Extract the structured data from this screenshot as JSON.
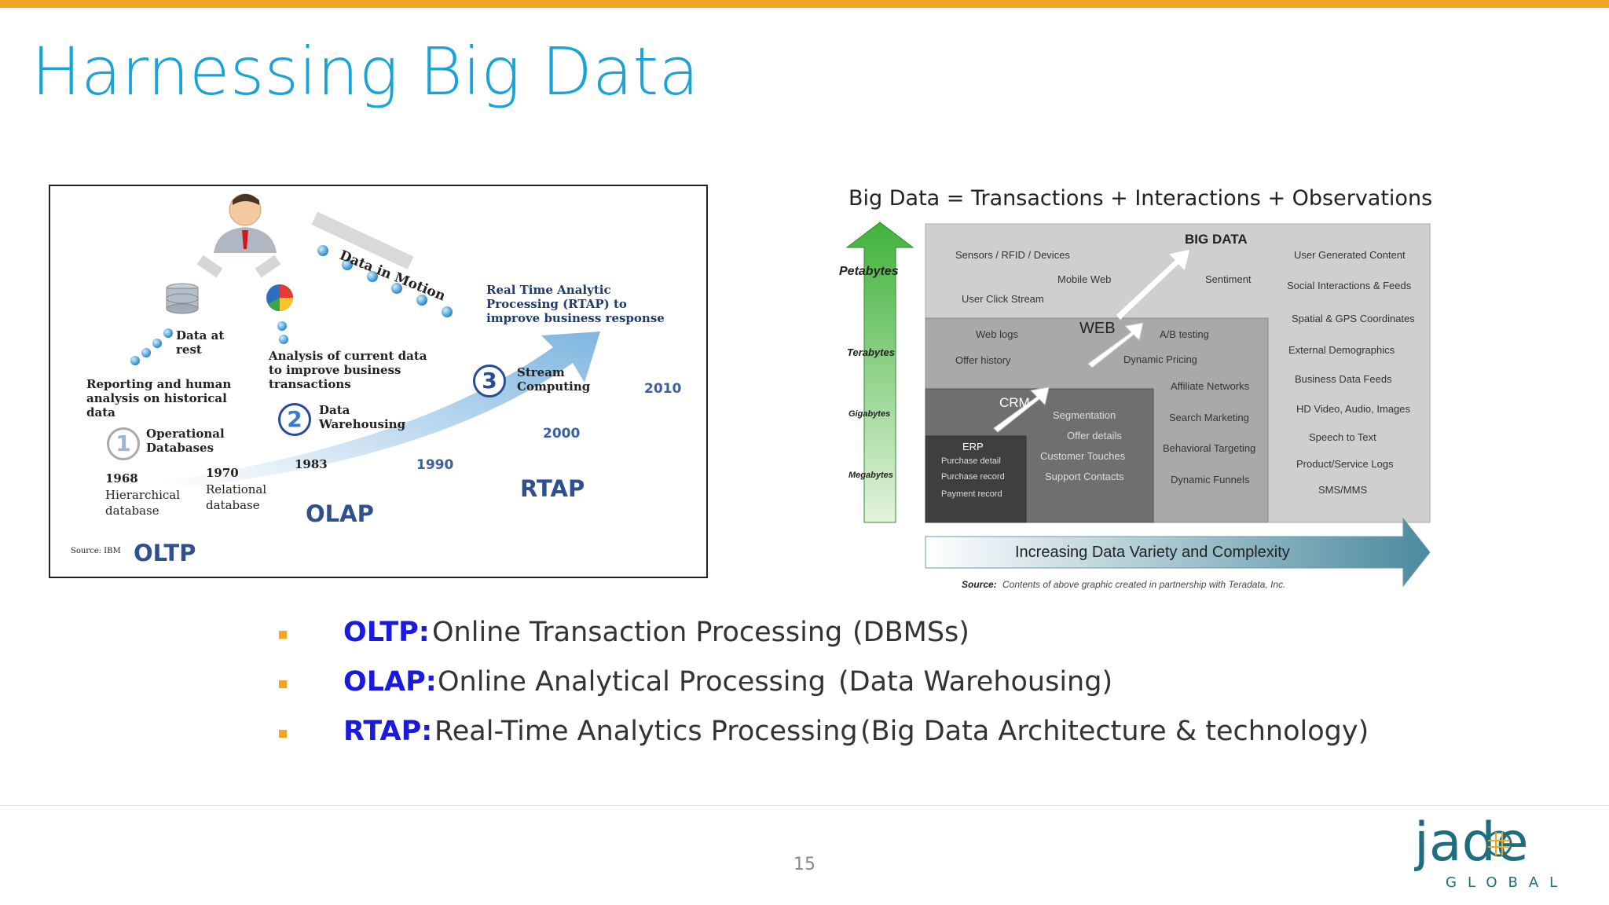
{
  "slide": {
    "title": "Harnessing Big Data",
    "page_number": "15",
    "accent_color": "#f2a51e",
    "title_color": "#1aa3d6"
  },
  "left_figure": {
    "labels": {
      "data_in_motion": "Data in Motion",
      "data_at_rest_1": "Data at",
      "data_at_rest_2": "rest",
      "rtap_desc_1": "Real Time Analytic",
      "rtap_desc_2": "Processing (RTAP) to",
      "rtap_desc_3": "improve business response",
      "olap_desc_1": "Analysis of current data",
      "olap_desc_2": "to improve business",
      "olap_desc_3": "transactions",
      "oltp_desc_1": "Reporting and human",
      "oltp_desc_2": "analysis on historical",
      "oltp_desc_3": "data",
      "step1_1": "Operational",
      "step1_2": "Databases",
      "step2_1": "Data",
      "step2_2": "Warehousing",
      "step3_1": "Stream",
      "step3_2": "Computing",
      "num1": "1",
      "num2": "2",
      "num3": "3",
      "y1968": "1968",
      "hier_1": "Hierarchical",
      "hier_2": "database",
      "y1970": "1970",
      "rel_1": "Relational",
      "rel_2": "database",
      "y1983": "1983",
      "y1990": "1990",
      "y2000": "2000",
      "y2010": "2010",
      "oltp": "OLTP",
      "olap": "OLAP",
      "rtap": "RTAP",
      "source": "Source: IBM"
    }
  },
  "right_figure": {
    "equation": "Big Data = Transactions + Interactions + Observations",
    "scale": [
      "Petabytes",
      "Terabytes",
      "Gigabytes",
      "Megabytes"
    ],
    "big_data": "BIG DATA",
    "web": "WEB",
    "crm": "CRM",
    "erp": "ERP",
    "big_data_items": [
      "Sensors / RFID / Devices",
      "Mobile Web",
      "Sentiment",
      "User Click Stream"
    ],
    "web_items": [
      "Web logs",
      "A/B testing",
      "Offer history",
      "Dynamic Pricing",
      "Affiliate Networks",
      "Search Marketing",
      "Behavioral Targeting",
      "Dynamic Funnels"
    ],
    "crm_items": [
      "Segmentation",
      "Offer details",
      "Customer Touches",
      "Support Contacts"
    ],
    "erp_items": [
      "Purchase detail",
      "Purchase record",
      "Payment record"
    ],
    "right_column": [
      "User Generated Content",
      "Social Interactions & Feeds",
      "Spatial & GPS Coordinates",
      "External Demographics",
      "Business Data Feeds",
      "HD Video, Audio, Images",
      "Speech to Text",
      "Product/Service Logs",
      "SMS/MMS"
    ],
    "arrow_label": "Increasing Data Variety and Complexity",
    "source_label": "Source:",
    "source_text": "Contents of above graphic created in partnership with Teradata, Inc."
  },
  "bullets": [
    {
      "term": "OLTP:",
      "desc": "Online Transaction Processing",
      "note": "(DBMSs)"
    },
    {
      "term": "OLAP:",
      "desc": "Online Analytical Processing",
      "note": "(Data Warehousing)"
    },
    {
      "term": "RTAP:",
      "desc": "Real-Time Analytics Processing",
      "note": "(Big Data Architecture & technology)"
    }
  ],
  "logo": {
    "word": "jade",
    "sub": "GLOBAL"
  }
}
